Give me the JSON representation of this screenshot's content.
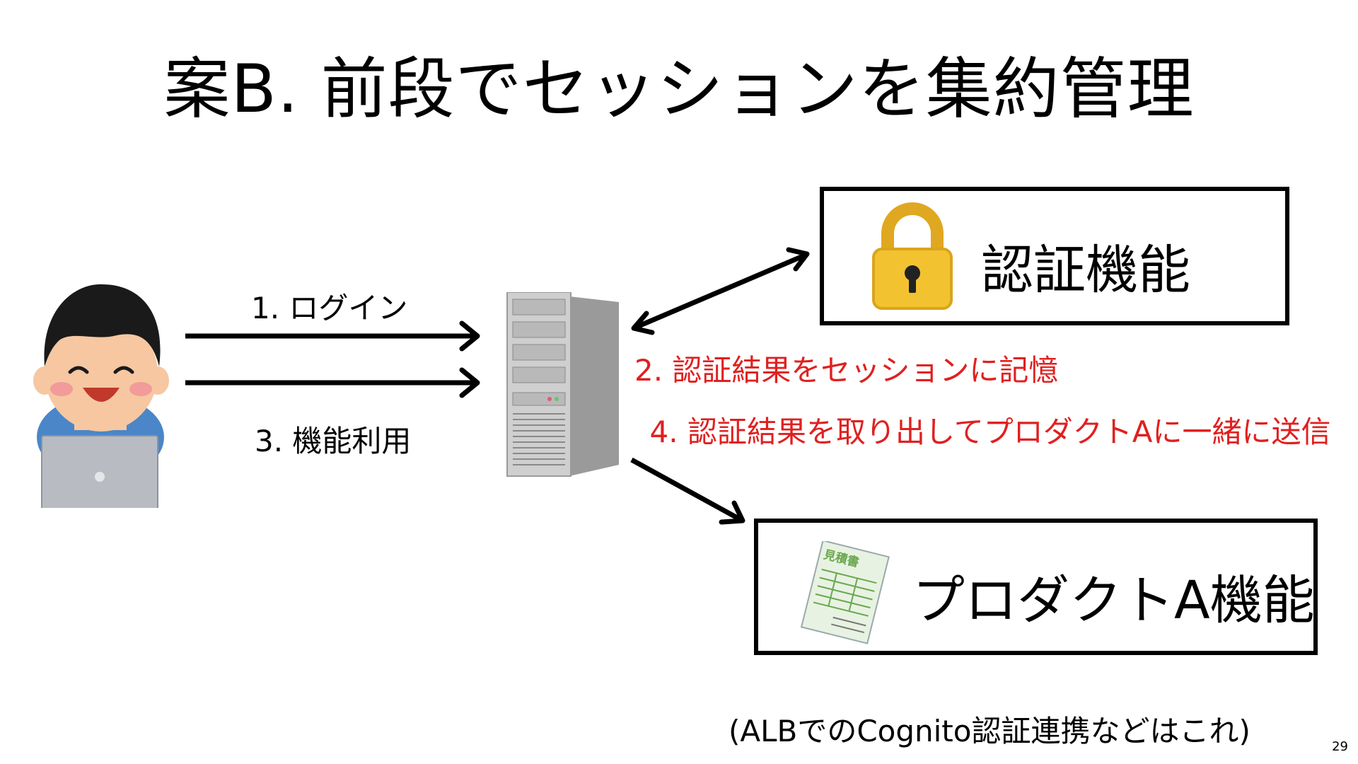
{
  "slide": {
    "title": "案B. 前段でセッションを集約管理",
    "page_number": "29",
    "footnote": "(ALBでのCognito認証連携などはこれ)"
  },
  "steps": {
    "login": "1. ログイン",
    "use_feature": "3. 機能利用",
    "store_session": "2. 認証結果をセッションに記憶",
    "forward_product": "4. 認証結果を取り出してプロダクトAに一緒に送信"
  },
  "boxes": {
    "auth": "認証機能",
    "product": "プロダクトA機能"
  },
  "document_icon": {
    "heading": "見積書"
  },
  "icons": {
    "user": "user-with-laptop-icon",
    "server": "server-tower-icon",
    "auth": "padlock-icon",
    "product": "estimate-document-icon"
  },
  "colors": {
    "text": "#000000",
    "accent": "#e02020",
    "lock_body": "#f2c230",
    "document_green": "#6aa84f"
  }
}
